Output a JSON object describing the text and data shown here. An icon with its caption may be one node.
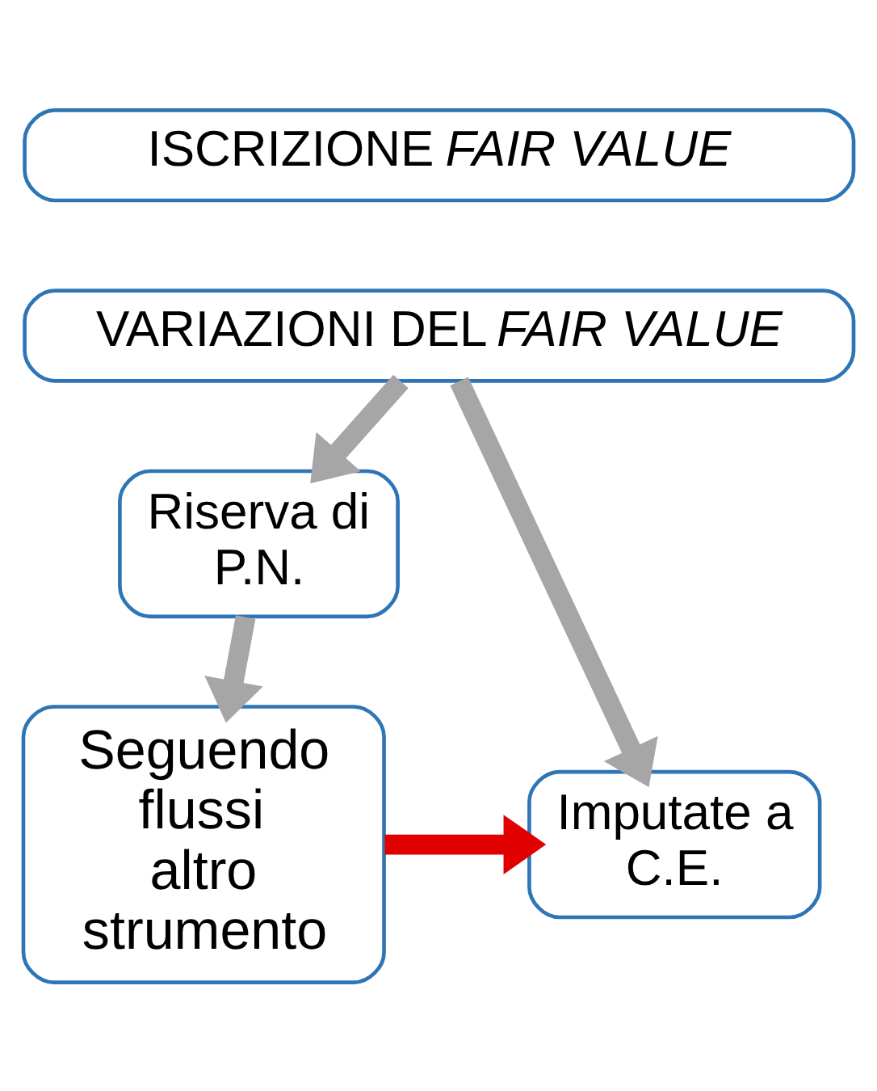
{
  "diagram": {
    "nodes": [
      {
        "text": [
          "ISCRIZIONE *FAIR VALUE*"
        ]
      },
      {
        "text": [
          "VARIAZIONI DEL *FAIR VALUE*"
        ]
      },
      {
        "text": [
          "Riserva di P.N."
        ]
      },
      {
        "text": [
          "Seguendo flussi altro strumento"
        ]
      },
      {
        "text": [
          "Imputate a C.E."
        ]
      }
    ],
    "edges": [
      {
        "from": 1,
        "to": 2,
        "arrow": "to"
      },
      {
        "from": 2,
        "to": 3,
        "arrow": "to"
      },
      {
        "from": 1,
        "to": 4,
        "arrow": "to"
      },
      {
        "from": 3,
        "to": 4,
        "arrow": "to",
        "color": "#e00000"
      }
    ]
  }
}
